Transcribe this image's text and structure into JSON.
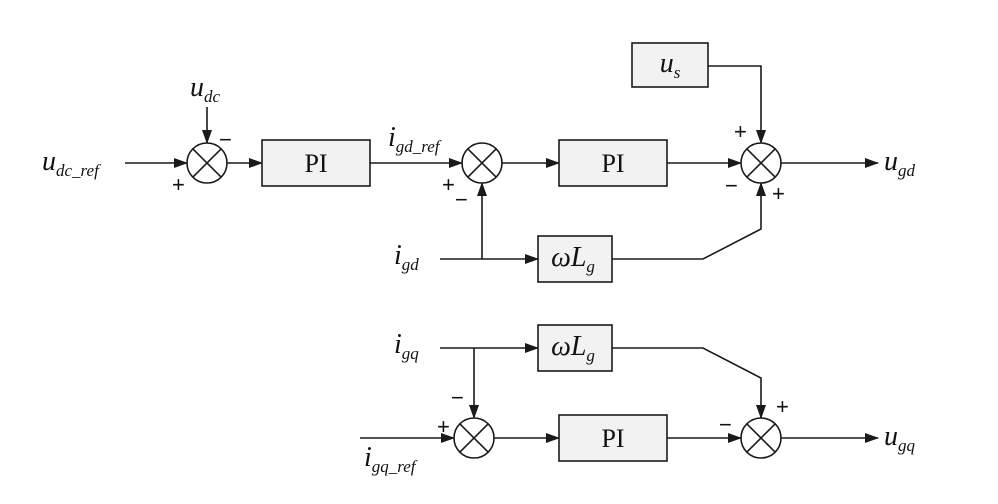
{
  "blocks": {
    "pi_dc": "PI",
    "pi_d": "PI",
    "pi_q": "PI",
    "omega_lg_d": {
      "main": "ωL",
      "sub": "g"
    },
    "omega_lg_q": {
      "main": "ωL",
      "sub": "g"
    },
    "us": {
      "main": "u",
      "sub": "s"
    }
  },
  "signals": {
    "udc": {
      "main": "u",
      "sub": "dc"
    },
    "udc_ref": {
      "main": "u",
      "sub": "dc_ref"
    },
    "igd_ref": {
      "main": "i",
      "sub": "gd_ref"
    },
    "igd": {
      "main": "i",
      "sub": "gd"
    },
    "ugd": {
      "main": "u",
      "sub": "gd"
    },
    "igq": {
      "main": "i",
      "sub": "gq"
    },
    "igq_ref": {
      "main": "i",
      "sub": "gq_ref"
    },
    "ugq": {
      "main": "u",
      "sub": "gq"
    }
  },
  "signs": {
    "sum1_top": "−",
    "sum1_left": "+",
    "sum2_left": "+",
    "sum2_bottom": "−",
    "sum3_top": "+",
    "sum3_left": "−",
    "sum3_bottom": "+",
    "sum4_left": "+",
    "sum4_top": "−",
    "sum5_left": "−",
    "sum5_top": "+"
  }
}
